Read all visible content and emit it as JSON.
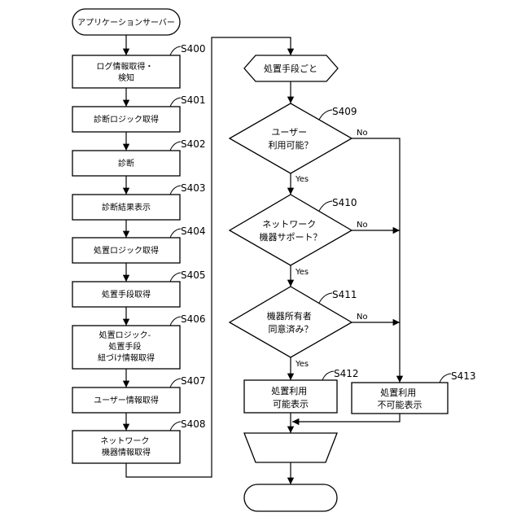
{
  "start": "アプリケーションサーバー",
  "left_steps": [
    {
      "id": "S400",
      "lines": [
        "ログ情報取得・",
        "検知"
      ]
    },
    {
      "id": "S401",
      "lines": [
        "診断ロジック取得"
      ]
    },
    {
      "id": "S402",
      "lines": [
        "診断"
      ]
    },
    {
      "id": "S403",
      "lines": [
        "診断結果表示"
      ]
    },
    {
      "id": "S404",
      "lines": [
        "処置ロジック取得"
      ]
    },
    {
      "id": "S405",
      "lines": [
        "処置手段取得"
      ]
    },
    {
      "id": "S406",
      "lines": [
        "処置ロジック-",
        "処置手段",
        "紐づけ情報取得"
      ]
    },
    {
      "id": "S407",
      "lines": [
        "ユーザー情報取得"
      ]
    },
    {
      "id": "S408",
      "lines": [
        "ネットワーク",
        "機器情報取得"
      ]
    }
  ],
  "loop_start": "処置手段ごと",
  "decisions": [
    {
      "id": "S409",
      "lines": [
        "ユーザー",
        "利用可能？"
      ],
      "yes": "Yes",
      "no": "No"
    },
    {
      "id": "S410",
      "lines": [
        "ネットワーク",
        "機器サポート？"
      ],
      "yes": "Yes",
      "no": "No"
    },
    {
      "id": "S411",
      "lines": [
        "機器所有者",
        "同意済み？"
      ],
      "yes": "Yes",
      "no": "No"
    }
  ],
  "results": [
    {
      "id": "S412",
      "lines": [
        "処置利用",
        "可能表示"
      ]
    },
    {
      "id": "S413",
      "lines": [
        "処置利用",
        "不可能表示"
      ]
    }
  ]
}
